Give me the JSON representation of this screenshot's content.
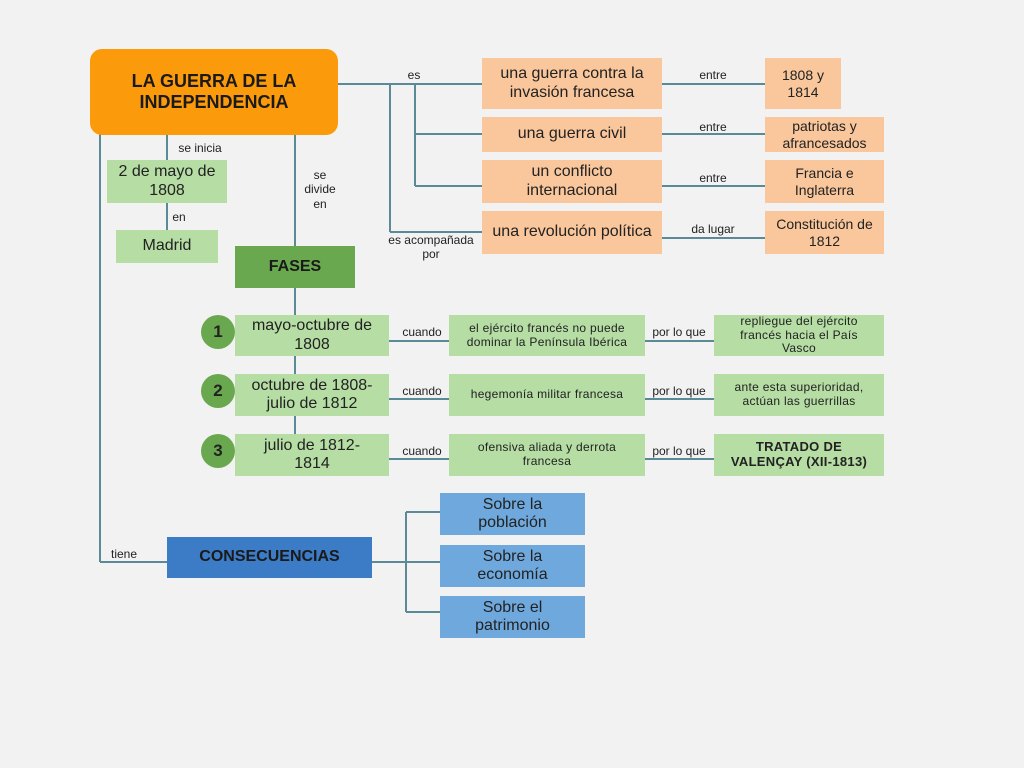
{
  "title": "LA GUERRA DE LA INDEPENDENCIA",
  "start": {
    "label_inicia": "se inicia",
    "date": "2 de mayo de 1808",
    "label_en": "en",
    "place": "Madrid"
  },
  "label_es": "es",
  "label_acompanada": "es acompañada por",
  "definitions": [
    {
      "text": "una guerra contra la invasión francesa",
      "link": "entre",
      "detail": "1808 y 1814"
    },
    {
      "text": "una guerra civil",
      "link": "entre",
      "detail": "patriotas y afrancesados"
    },
    {
      "text": "un conflicto internacional",
      "link": "entre",
      "detail": "Francia e Inglaterra"
    },
    {
      "text": "una revolución política",
      "link": "da lugar",
      "detail": "Constitución de 1812"
    }
  ],
  "label_divide": "se divide en",
  "phases_title": "FASES",
  "phases": [
    {
      "num": "1",
      "period": "mayo-octubre de 1808",
      "link1": "cuando",
      "cause": "el ejército francés no puede dominar la Península Ibérica",
      "link2": "por lo que",
      "result": "repliegue del ejército francés hacia el País Vasco"
    },
    {
      "num": "2",
      "period": "octubre de 1808-julio de 1812",
      "link1": "cuando",
      "cause": "hegemonía militar francesa",
      "link2": "por lo que",
      "result": "ante esta superioridad, actúan las guerrillas"
    },
    {
      "num": "3",
      "period": "julio de 1812-1814",
      "link1": "cuando",
      "cause": "ofensiva aliada y derrota francesa",
      "link2": "por lo que",
      "result": "TRATADO DE VALENÇAY (XII-1813)"
    }
  ],
  "label_tiene": "tiene",
  "consequences_title": "CONSECUENCIAS",
  "consequences": [
    "Sobre la población",
    "Sobre la economía",
    "Sobre el patrimonio"
  ]
}
